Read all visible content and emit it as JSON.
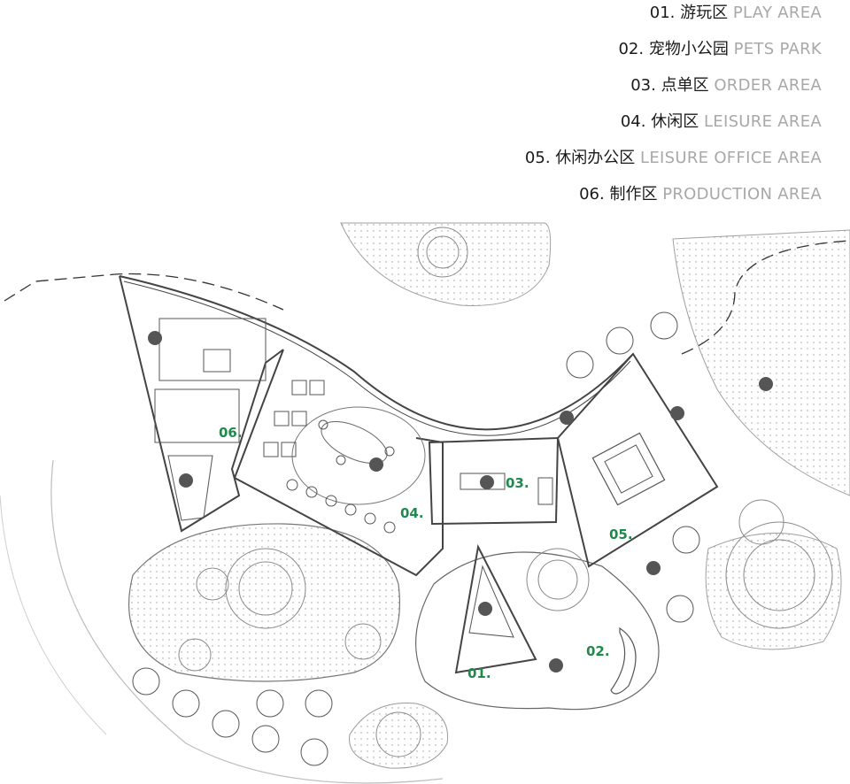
{
  "legend": [
    {
      "num": "01.",
      "zh": "游玩区",
      "en": "PLAY AREA"
    },
    {
      "num": "02.",
      "zh": "宠物小公园",
      "en": "PETS PARK"
    },
    {
      "num": "03.",
      "zh": "点单区",
      "en": "ORDER AREA"
    },
    {
      "num": "04.",
      "zh": "休闲区",
      "en": "LEISURE AREA"
    },
    {
      "num": "05.",
      "zh": "休闲办公区",
      "en": "LEISURE OFFICE AREA"
    },
    {
      "num": "06.",
      "zh": "制作区",
      "en": "PRODUCTION AREA"
    }
  ],
  "zones": {
    "z01": "01.",
    "z02": "02.",
    "z03": "03.",
    "z04": "04.",
    "z05": "05.",
    "z06": "06."
  },
  "colors": {
    "zone_label": "#1f8a4c",
    "legend_zh": "#1a1a1a",
    "legend_en": "#a8a8a8",
    "wall": "#444444",
    "column": "#555555"
  }
}
